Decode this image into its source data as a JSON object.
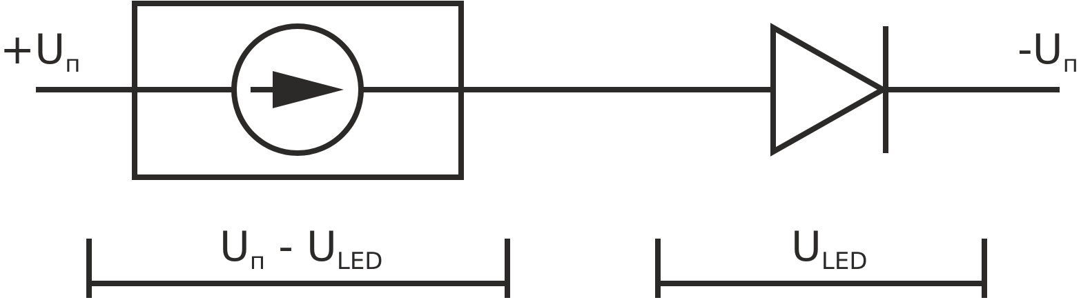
{
  "labels": {
    "positive_supply": {
      "sign": "+",
      "main": "U",
      "sub": "п"
    },
    "negative_supply": {
      "sign": "-",
      "main": "U",
      "sub": "п"
    },
    "driver_voltage": {
      "main1": "U",
      "sub1": "п",
      "minus": " - ",
      "main2": "U",
      "sub2": "LED"
    },
    "led_voltage": {
      "main": "U",
      "sub": "LED"
    }
  },
  "colors": {
    "stroke": "#2b2a29",
    "background": "#ffffff"
  }
}
